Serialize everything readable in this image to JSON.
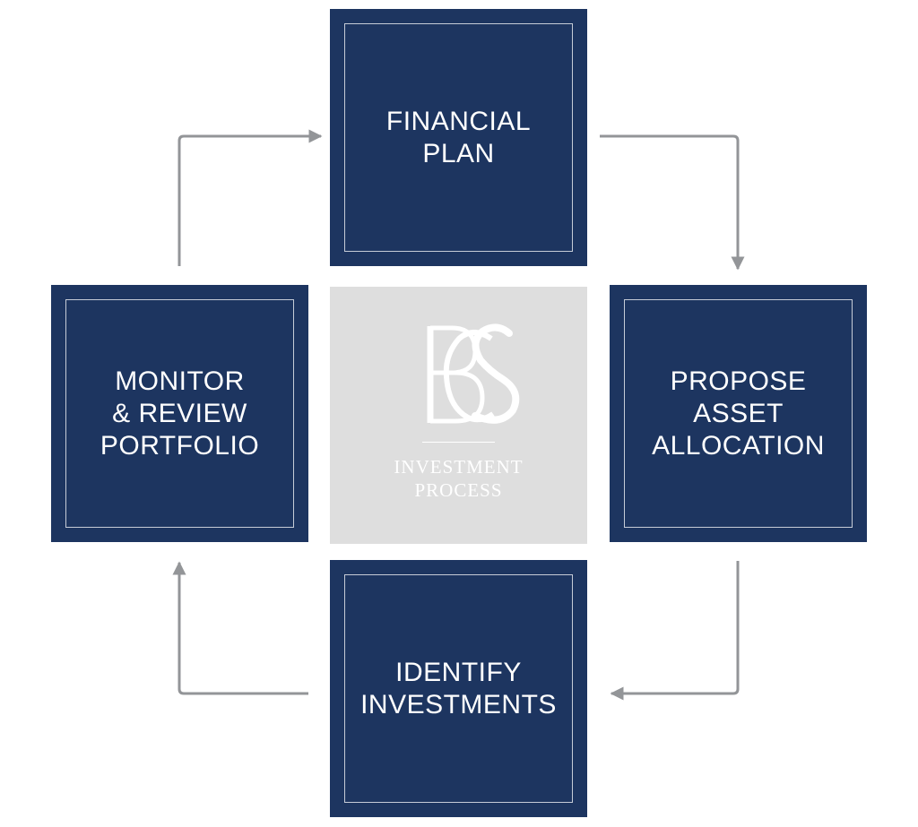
{
  "steps": {
    "top": {
      "line1": "FINANCIAL",
      "line2": "PLAN"
    },
    "right": {
      "line1": "PROPOSE",
      "line2": "ASSET",
      "line3": "ALLOCATION"
    },
    "bottom": {
      "line1": "IDENTIFY",
      "line2": "INVESTMENTS"
    },
    "left": {
      "line1": "MONITOR",
      "line2": "& REVIEW",
      "line3": "PORTFOLIO"
    }
  },
  "center": {
    "logo_letters": "BCS",
    "caption_line1": "INVESTMENT",
    "caption_line2": "PROCESS"
  },
  "colors": {
    "box": "#1d3560",
    "center_tile": "#dedede",
    "arrow": "#939598",
    "text": "#ffffff"
  },
  "flow": [
    "FINANCIAL PLAN",
    "PROPOSE ASSET ALLOCATION",
    "IDENTIFY INVESTMENTS",
    "MONITOR & REVIEW PORTFOLIO"
  ]
}
